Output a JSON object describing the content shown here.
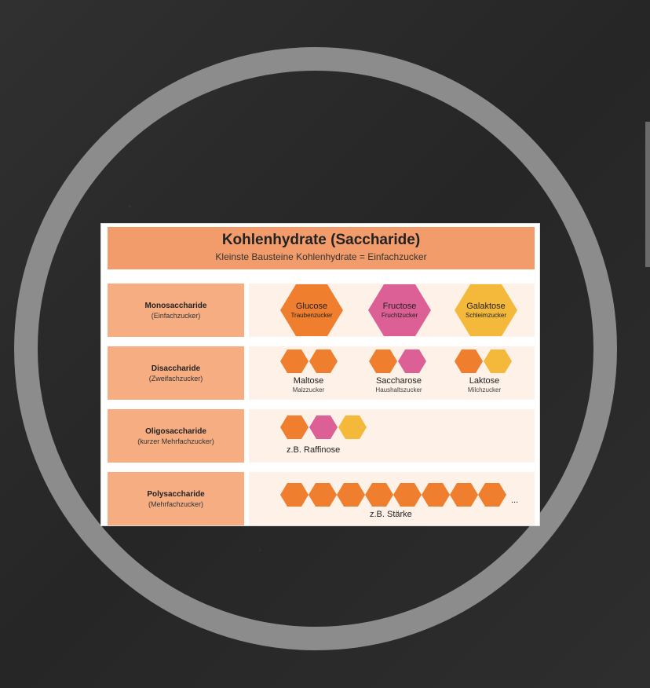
{
  "header": {
    "title": "Kohlenhydrate (Saccharide)",
    "subtitle": "Kleinste Bausteine Kohlenhydrate = Einfachzucker"
  },
  "rows": [
    {
      "name": "Monosaccharide",
      "sub": "(Einfachzucker)",
      "items": [
        {
          "name": "Glucose",
          "sub": "Traubenzucker",
          "color": "orange"
        },
        {
          "name": "Fructose",
          "sub": "Fruchtzucker",
          "color": "pink"
        },
        {
          "name": "Galaktose",
          "sub": "Schleimzucker",
          "color": "yellow"
        }
      ]
    },
    {
      "name": "Disaccharide",
      "sub": "(Zweifachzucker)",
      "items": [
        {
          "name": "Maltose",
          "sub": "Malzzucker",
          "hexes": [
            "orange",
            "orange"
          ]
        },
        {
          "name": "Saccharose",
          "sub": "Haushaltszucker",
          "hexes": [
            "orange",
            "pink"
          ]
        },
        {
          "name": "Laktose",
          "sub": "Milchzucker",
          "hexes": [
            "orange",
            "yellow"
          ]
        }
      ]
    },
    {
      "name": "Oligosaccharide",
      "sub": "(kurzer Mehrfachzucker)",
      "hexes": [
        "orange",
        "pink",
        "yellow"
      ],
      "example": "z.B. Raffinose"
    },
    {
      "name": "Polysaccharide",
      "sub": "(Mehrfachzucker)",
      "hexes": [
        "orange",
        "orange",
        "orange",
        "orange",
        "orange",
        "orange",
        "orange",
        "orange"
      ],
      "ellipsis": "...",
      "example": "z.B. Stärke"
    }
  ],
  "colors": {
    "orange": "#ef7e2e",
    "pink": "#dc5f95",
    "yellow": "#f4b93a",
    "header": "#f39c6b",
    "label": "#f6ad82",
    "ring": "#8c8c8c",
    "background": "#2b2b2b"
  }
}
